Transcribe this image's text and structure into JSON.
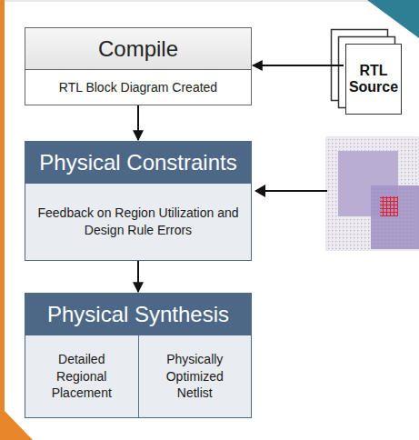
{
  "diagram": {
    "nodes": [
      {
        "text": [
          "Compile",
          "RTL Block Diagram Created"
        ]
      },
      {
        "text": [
          "RTL Source"
        ]
      },
      {
        "text": [
          "Physical Constraints",
          "Feedback on Region Utilization and Design Rule Errors"
        ]
      },
      {
        "text": [
          "Physical Synthesis"
        ]
      },
      {
        "text": [
          "Detailed Regional Placement"
        ],
        "in": 3
      },
      {
        "text": [
          "Physically Optimized Netlist"
        ],
        "in": 3
      }
    ],
    "edges": [
      {
        "from": 1,
        "to": 0,
        "arrow": "to"
      },
      {
        "from": 0,
        "to": 2,
        "arrow": "to"
      },
      {
        "from": 2,
        "to": 3,
        "arrow": "to"
      }
    ]
  }
}
